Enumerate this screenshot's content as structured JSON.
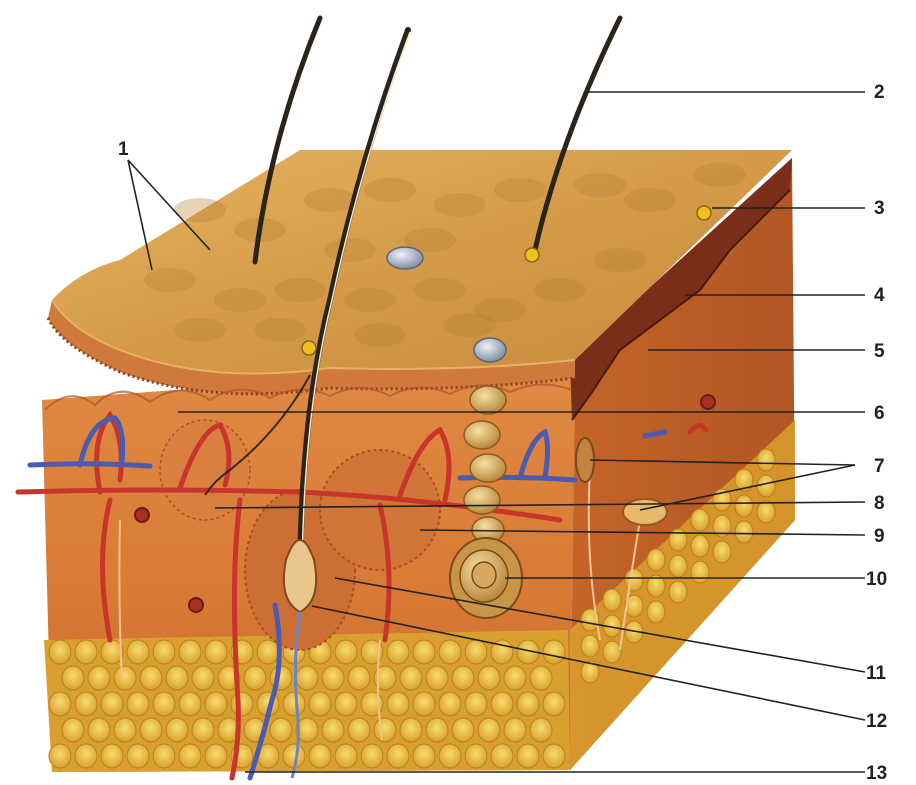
{
  "labels": [
    "1",
    "2",
    "3",
    "4",
    "5",
    "6",
    "7",
    "8",
    "9",
    "10",
    "11",
    "12",
    "13"
  ],
  "colors": {
    "surface": "#d9a24e",
    "surface_dark": "#b27a34",
    "dermis": "#d87a3a",
    "dermis_dark": "#b85a26",
    "epidermis_cut": "#7a2e1a",
    "fat": "#e8b73a",
    "fat_highlight": "#f6d66a",
    "artery": "#c8352a",
    "vein": "#4a5bb0",
    "hair": "#2b241c",
    "gland": "#e2b868"
  }
}
